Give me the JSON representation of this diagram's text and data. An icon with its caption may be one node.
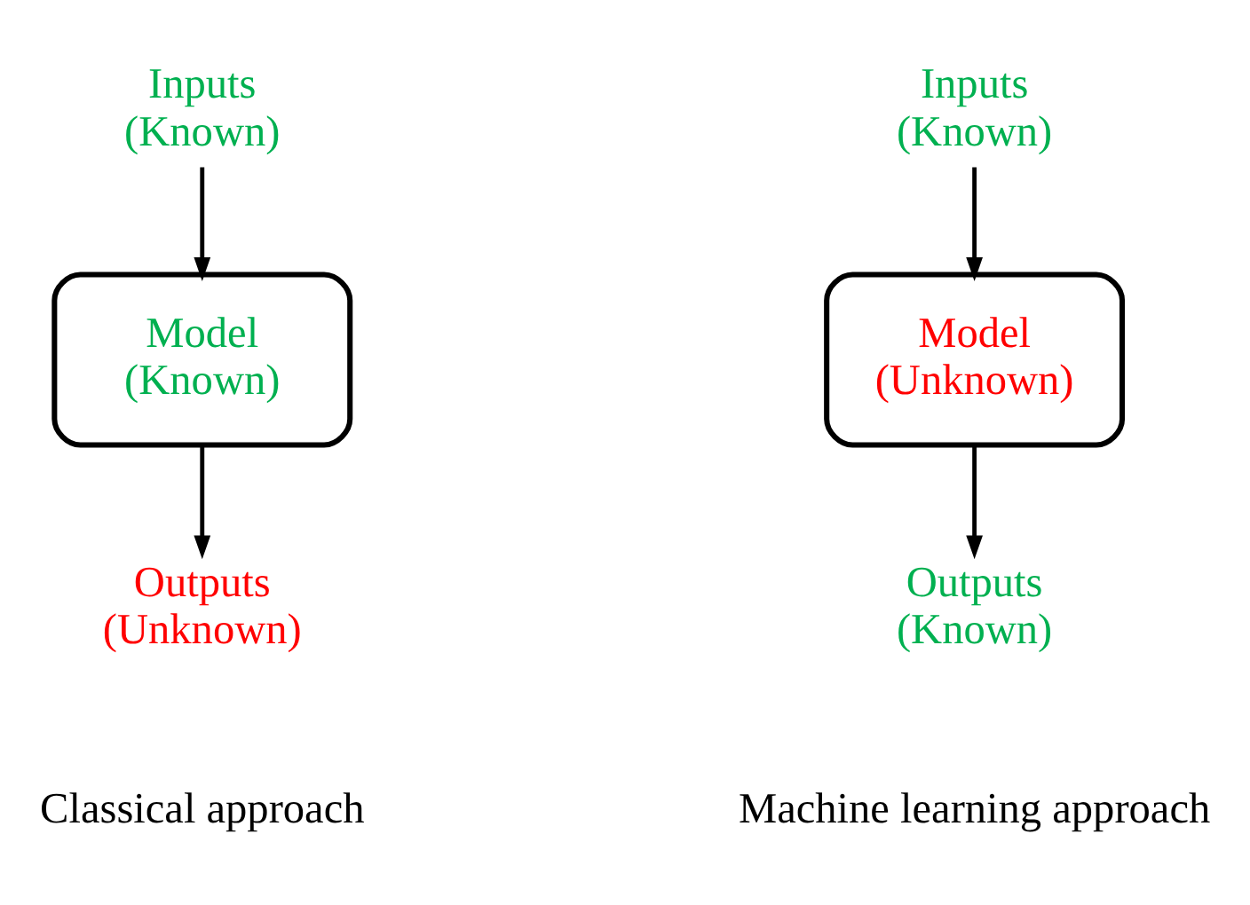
{
  "diagram": {
    "nodes": [
      {
        "text": [
          "Inputs (Known)"
        ]
      },
      {
        "text": [
          "Model (Known)"
        ]
      },
      {
        "text": [
          "Outputs (Unknown)"
        ]
      },
      {
        "text": [
          "Inputs (Known)"
        ]
      },
      {
        "text": [
          "Model (Unknown)"
        ]
      },
      {
        "text": [
          "Outputs (Known)"
        ]
      }
    ],
    "edges": [
      {
        "from": 0,
        "to": 1,
        "arrow": "to"
      },
      {
        "from": 1,
        "to": 2,
        "arrow": "to"
      },
      {
        "from": 3,
        "to": 4,
        "arrow": "to"
      },
      {
        "from": 4,
        "to": 5,
        "arrow": "to"
      }
    ],
    "labels": [
      "Classical approach",
      "Machine learning approach"
    ]
  }
}
